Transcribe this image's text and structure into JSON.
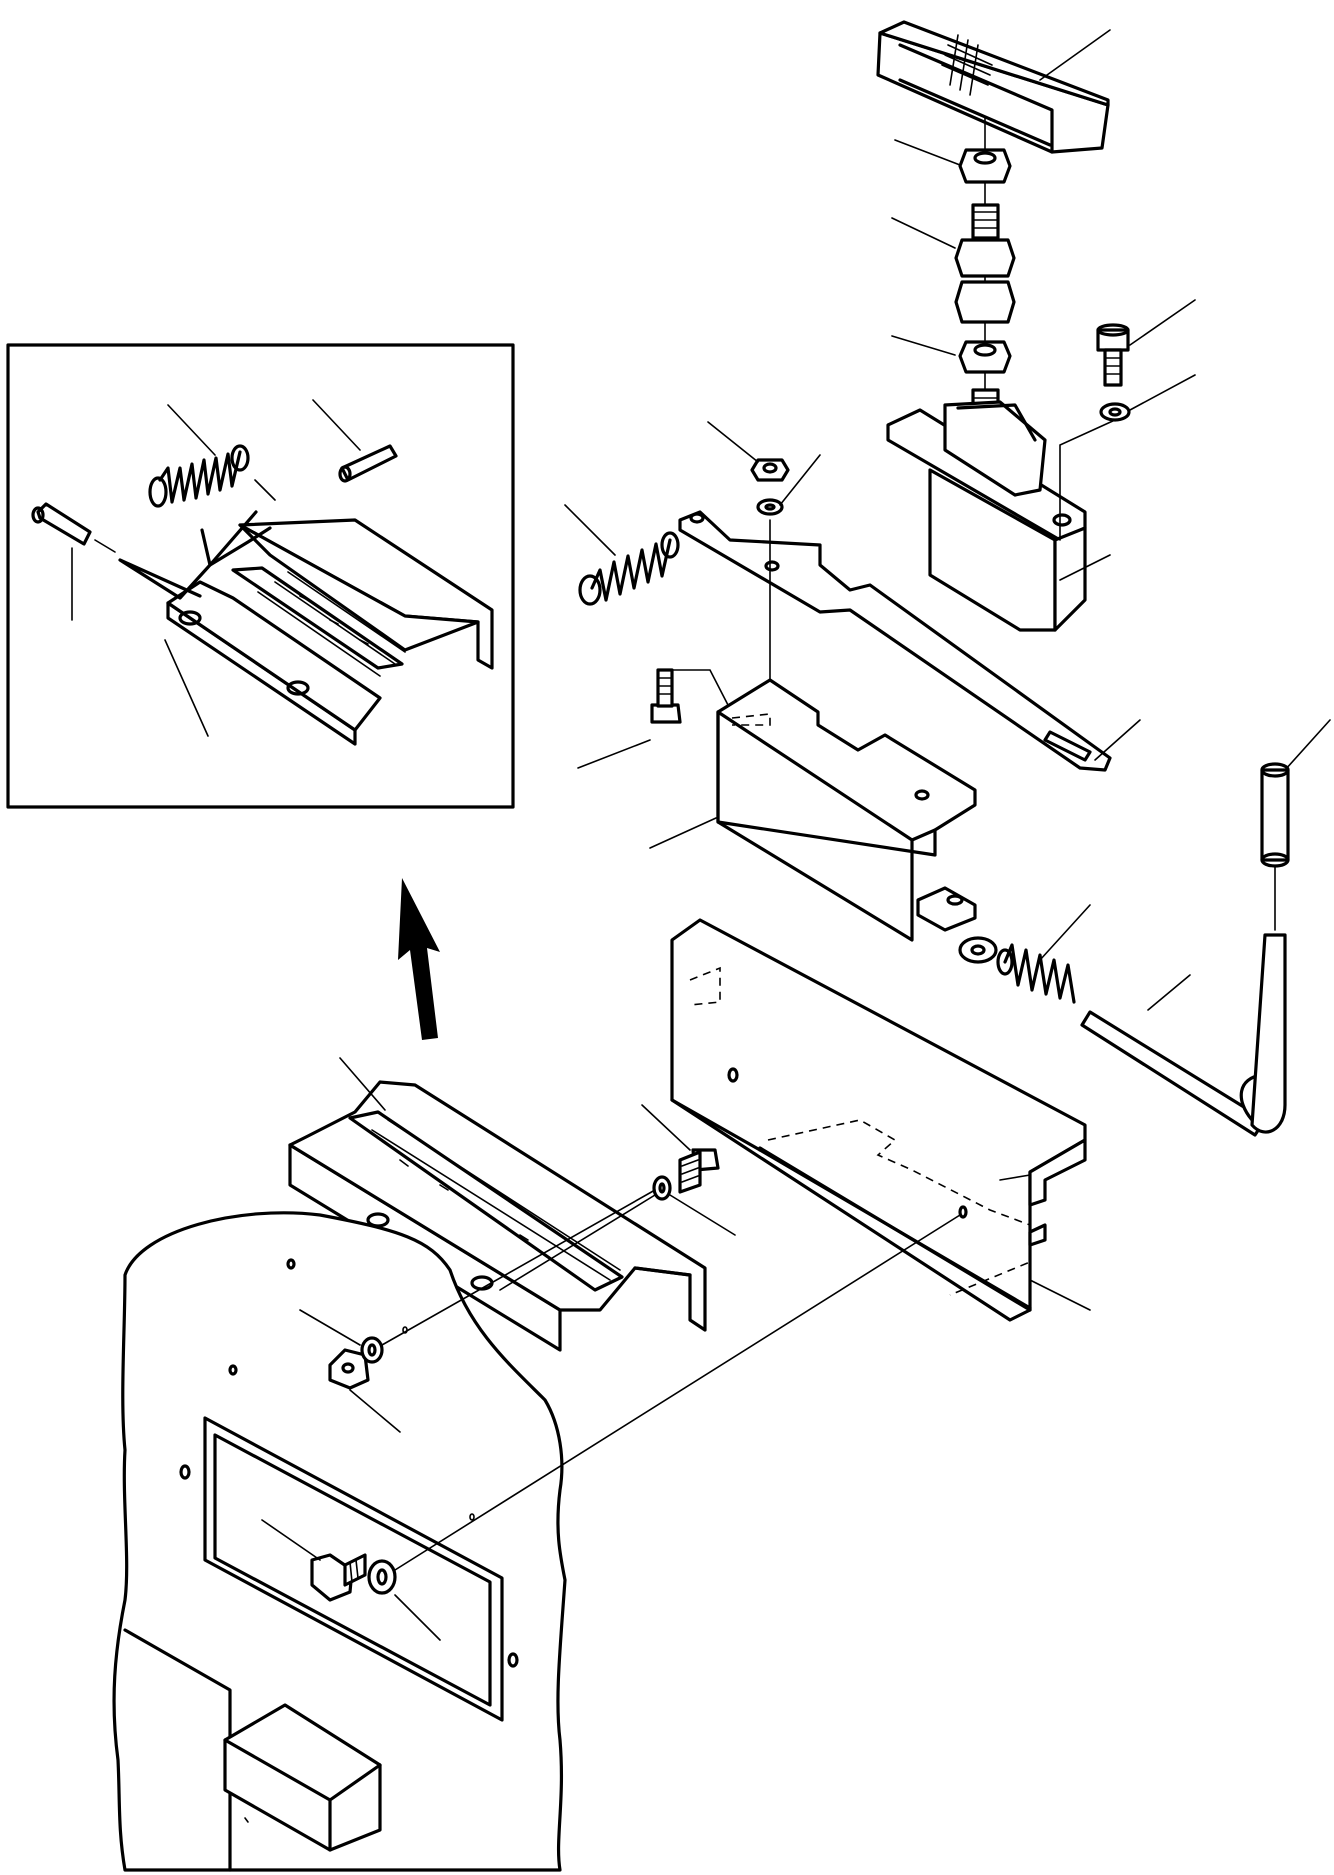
{
  "figure": {
    "kind": "exploded-parts-diagram",
    "accent_color": "#000000",
    "background_color": "#ffffff",
    "inset_count": 1,
    "arrow": "up-arrow"
  }
}
